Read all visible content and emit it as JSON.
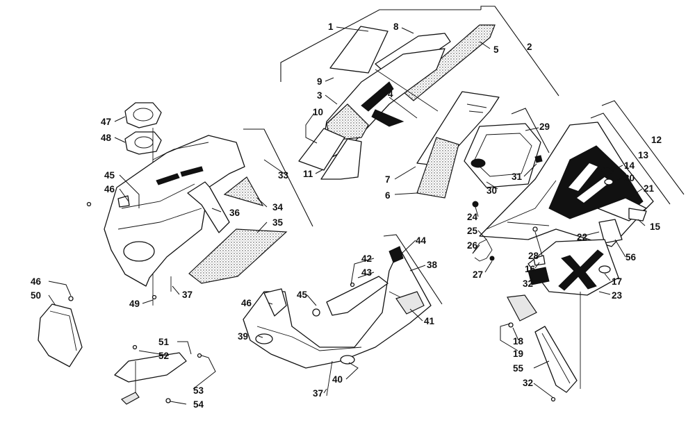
{
  "callouts": [
    {
      "id": "c1",
      "label": "1"
    },
    {
      "id": "c2",
      "label": "2"
    },
    {
      "id": "c3",
      "label": "3"
    },
    {
      "id": "c4",
      "label": "4"
    },
    {
      "id": "c5",
      "label": "5"
    },
    {
      "id": "c6",
      "label": "6"
    },
    {
      "id": "c7",
      "label": "7"
    },
    {
      "id": "c8",
      "label": "8"
    },
    {
      "id": "c9",
      "label": "9"
    },
    {
      "id": "c10",
      "label": "10"
    },
    {
      "id": "c11",
      "label": "11"
    },
    {
      "id": "c12",
      "label": "12"
    },
    {
      "id": "c13",
      "label": "13"
    },
    {
      "id": "c14",
      "label": "14"
    },
    {
      "id": "c15",
      "label": "15"
    },
    {
      "id": "c16",
      "label": "16"
    },
    {
      "id": "c17",
      "label": "17"
    },
    {
      "id": "c18",
      "label": "18"
    },
    {
      "id": "c19",
      "label": "19"
    },
    {
      "id": "c20",
      "label": "20"
    },
    {
      "id": "c21",
      "label": "21"
    },
    {
      "id": "c22",
      "label": "22"
    },
    {
      "id": "c23",
      "label": "23"
    },
    {
      "id": "c24",
      "label": "24"
    },
    {
      "id": "c25",
      "label": "25"
    },
    {
      "id": "c26",
      "label": "26"
    },
    {
      "id": "c27",
      "label": "27"
    },
    {
      "id": "c28",
      "label": "28"
    },
    {
      "id": "c29",
      "label": "29"
    },
    {
      "id": "c30",
      "label": "30"
    },
    {
      "id": "c31",
      "label": "31"
    },
    {
      "id": "c32a",
      "label": "32"
    },
    {
      "id": "c32b",
      "label": "32"
    },
    {
      "id": "c33",
      "label": "33"
    },
    {
      "id": "c34",
      "label": "34"
    },
    {
      "id": "c35",
      "label": "35"
    },
    {
      "id": "c36",
      "label": "36"
    },
    {
      "id": "c37a",
      "label": "37"
    },
    {
      "id": "c37b",
      "label": "37"
    },
    {
      "id": "c38",
      "label": "38"
    },
    {
      "id": "c39",
      "label": "39"
    },
    {
      "id": "c40",
      "label": "40"
    },
    {
      "id": "c41",
      "label": "41"
    },
    {
      "id": "c42",
      "label": "42"
    },
    {
      "id": "c43",
      "label": "43"
    },
    {
      "id": "c44",
      "label": "44"
    },
    {
      "id": "c45a",
      "label": "45"
    },
    {
      "id": "c45b",
      "label": "45"
    },
    {
      "id": "c46a",
      "label": "46"
    },
    {
      "id": "c46b",
      "label": "46"
    },
    {
      "id": "c46c",
      "label": "46"
    },
    {
      "id": "c47",
      "label": "47"
    },
    {
      "id": "c48",
      "label": "48"
    },
    {
      "id": "c49",
      "label": "49"
    },
    {
      "id": "c50",
      "label": "50"
    },
    {
      "id": "c51",
      "label": "51"
    },
    {
      "id": "c52",
      "label": "52"
    },
    {
      "id": "c53",
      "label": "53"
    },
    {
      "id": "c54",
      "label": "54"
    },
    {
      "id": "c55",
      "label": "55"
    },
    {
      "id": "c56",
      "label": "56"
    }
  ]
}
